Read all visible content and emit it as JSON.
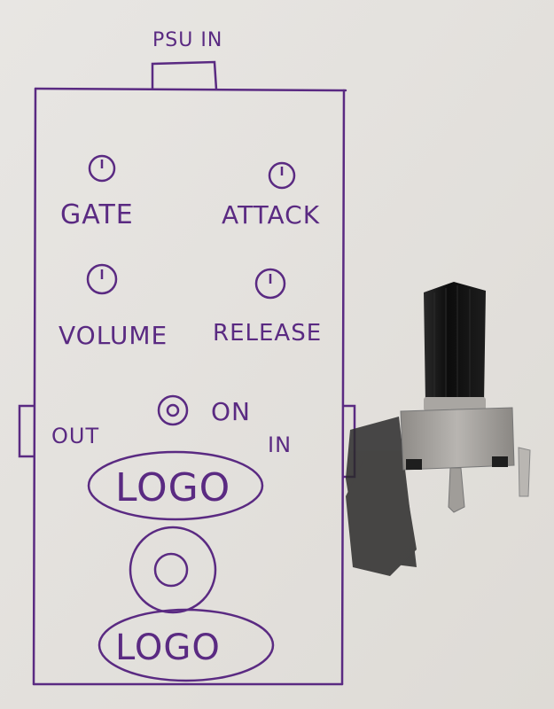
{
  "sketch": {
    "ink_color": "#5a2a82",
    "paper_color": "#e6e4e0",
    "labels": {
      "psu_in": "PSU IN",
      "gate": "GATE",
      "attack": "ATTACK",
      "volume": "VOLUME",
      "release": "RELEASE",
      "on": "ON",
      "out": "OUT",
      "in": "IN",
      "logo_top": "LOGO",
      "logo_bottom": "LOGO"
    }
  },
  "photo": {
    "object": "potentiometer",
    "shaft_color": "#111111",
    "body_color": "#a9a6a2"
  }
}
